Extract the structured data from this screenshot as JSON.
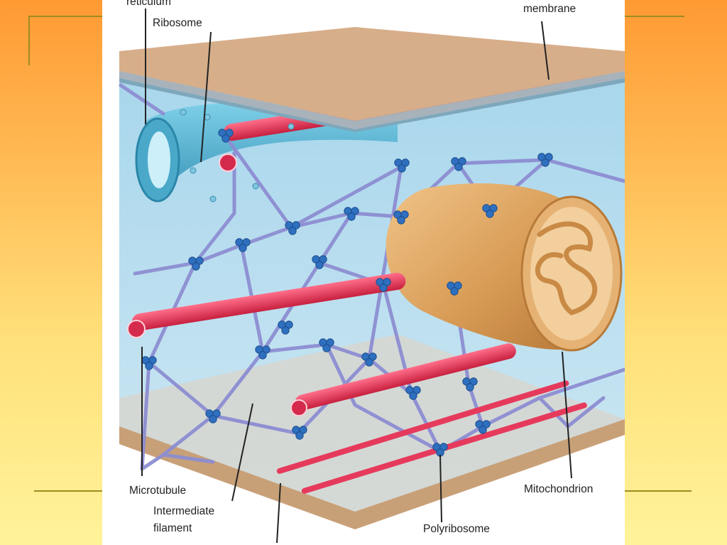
{
  "labels": {
    "reticulum": "reticulum",
    "ribosome": "Ribosome",
    "membrane": "membrane",
    "microtubule": "Microtubule",
    "intermediate_line1": "Intermediate",
    "intermediate_line2": "filament",
    "mitochondrion": "Mitochondrion",
    "polyribosome": "Polyribosome"
  },
  "colors": {
    "background_top": "#ff9a33",
    "background_bottom": "#fff39a",
    "cytoplasm": "#b8def0",
    "membrane": "#d7ae8a",
    "microtubule": "#e63a5c",
    "endoplasmic_reticulum": "#58b7d4",
    "network": "#8d8ed2",
    "mitochondrion": "#d79a54",
    "ribosome": "#2f6fbf"
  }
}
